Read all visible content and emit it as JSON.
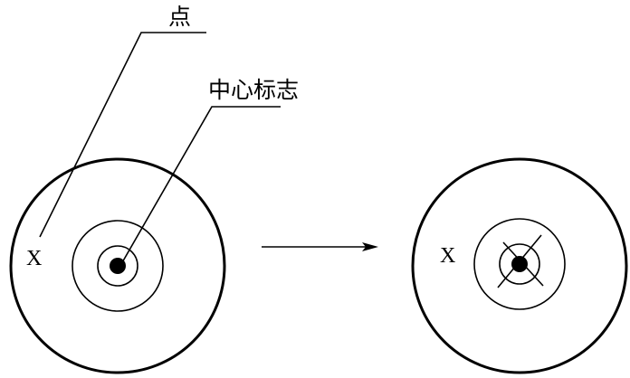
{
  "labels": {
    "point": "点",
    "center_mark": "中心标志",
    "x_left": "X",
    "x_right": "X"
  },
  "colors": {
    "ink": "#000000",
    "background": "#ffffff"
  },
  "icons": {
    "transition": "right-arrow-icon"
  }
}
